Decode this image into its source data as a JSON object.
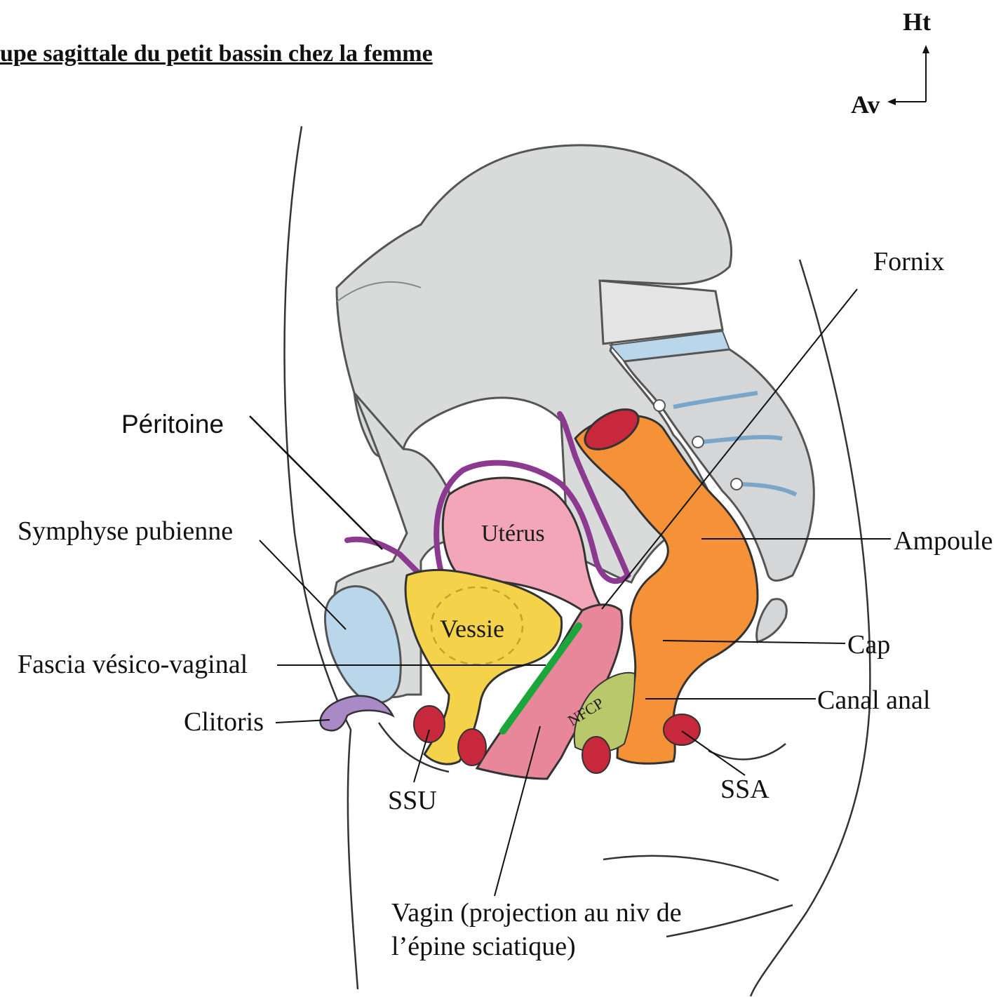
{
  "title": "upe sagittale du petit bassin chez la femme",
  "orientation": {
    "up": "Ht",
    "forward": "Av"
  },
  "organs": {
    "uterus": "Utérus",
    "bladder": "Vessie",
    "nfcp": "NFCP"
  },
  "labels": {
    "peritoine": "Péritoine",
    "symphyse": "Symphyse pubienne",
    "fascia": "Fascia vésico-vaginal",
    "clitoris": "Clitoris",
    "ssu": "SSU",
    "vagin": "Vagin (projection au niv de\nl’épine sciatique)",
    "fornix": "Fornix",
    "ampoule": "Ampoule",
    "cap": "Cap",
    "canal_anal": "Canal anal",
    "ssa": "SSA"
  },
  "colors": {
    "bone": "#d9dada",
    "bone_dark": "#c4c6c7",
    "bone_blue": "#b9d6ea",
    "peritoneum": "#8b3a8f",
    "uterus": "#f2a6b8",
    "vagina": "#e8869a",
    "bladder": "#f4d24a",
    "rectum": "#f59238",
    "fascia_line": "#1aa63a",
    "sphincter": "#c8283c",
    "nfcp": "#b8c86a",
    "clitoris": "#a98ac6"
  }
}
